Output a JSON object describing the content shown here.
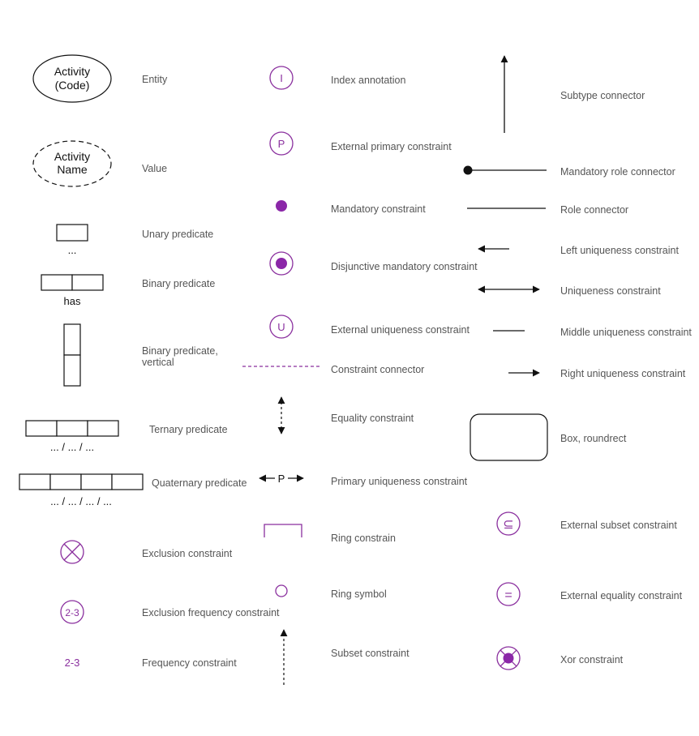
{
  "colors": {
    "accent": "#8a2f9e",
    "accent_fill": "#8b27a8",
    "stroke": "#111111",
    "label": "#555555"
  },
  "col1": {
    "entity": {
      "symbol_line1": "Activity",
      "symbol_line2": "(Code)",
      "label": "Entity"
    },
    "value": {
      "symbol_line1": "Activity",
      "symbol_line2": "Name",
      "label": "Value"
    },
    "unary": {
      "symbol_text": "...",
      "label": "Unary predicate"
    },
    "binary": {
      "symbol_text": "has",
      "label": "Binary predicate"
    },
    "binary_vertical": {
      "label_line1": "Binary predicate,",
      "label_line2": "vertical"
    },
    "ternary": {
      "symbol_text": "... / ... / ...",
      "label": "Ternary predicate"
    },
    "quaternary": {
      "symbol_text": "... / ... / ... / ...",
      "label": "Quaternary predicate"
    },
    "exclusion": {
      "label": "Exclusion constraint"
    },
    "exclusion_frequency": {
      "symbol_text": "2-3",
      "label": "Exclusion frequency constraint"
    },
    "frequency": {
      "symbol_text": "2-3",
      "label": "Frequency constraint"
    }
  },
  "col2": {
    "index": {
      "symbol_text": "I",
      "label": "Index annotation"
    },
    "external_primary": {
      "symbol_text": "P",
      "label": "External primary constraint"
    },
    "mandatory": {
      "label": "Mandatory constraint"
    },
    "disjunctive": {
      "label": "Disjunctive mandatory constraint"
    },
    "external_uniqueness": {
      "symbol_text": "U",
      "label": "External uniqueness constraint"
    },
    "constraint_connector": {
      "label": "Constraint connector"
    },
    "equality": {
      "label": "Equality constraint"
    },
    "primary_uniqueness": {
      "symbol_text": "P",
      "label": "Primary uniqueness constraint"
    },
    "ring_constrain": {
      "label": "Ring constrain"
    },
    "ring_symbol": {
      "label": "Ring symbol"
    },
    "subset": {
      "label": "Subset constraint"
    }
  },
  "col3": {
    "subtype": {
      "label": "Subtype connector"
    },
    "mandatory_role": {
      "label": "Mandatory role connector"
    },
    "role": {
      "label": "Role connector"
    },
    "left_uniqueness": {
      "label": "Left uniqueness constraint"
    },
    "uniqueness": {
      "label": "Uniqueness constraint"
    },
    "middle_uniqueness": {
      "label": "Middle uniqueness constraint"
    },
    "right_uniqueness": {
      "label": "Right uniqueness constraint"
    },
    "box": {
      "label": "Box, roundrect"
    },
    "external_subset": {
      "symbol_text": "⊆",
      "label": "External subset constraint"
    },
    "external_equality": {
      "symbol_text": "=",
      "label": "External equality constraint"
    },
    "xor": {
      "label": "Xor constraint"
    }
  }
}
